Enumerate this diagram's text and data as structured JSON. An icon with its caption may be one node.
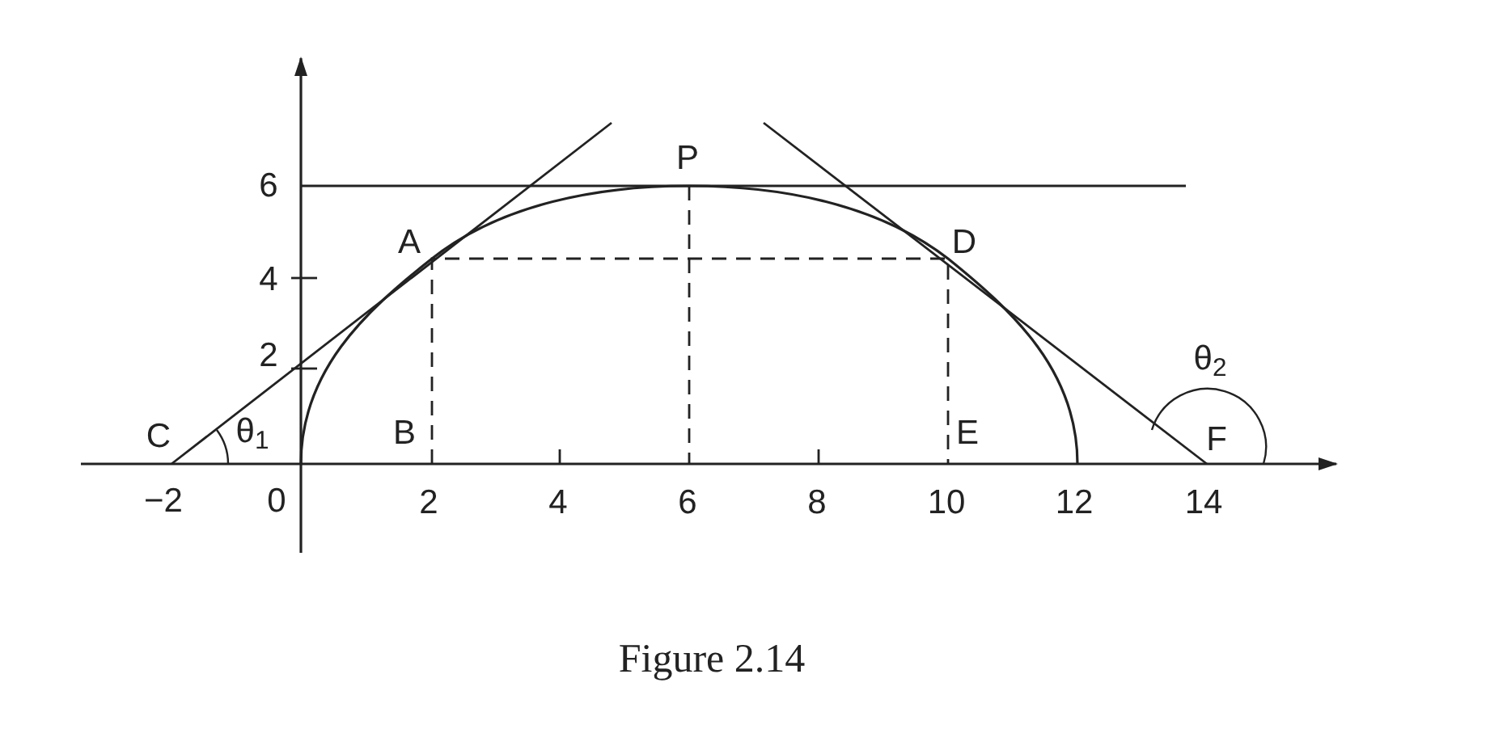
{
  "diagram": {
    "caption": "Figure 2.14",
    "labels": [
      "P",
      "6",
      "A",
      "D",
      "4",
      "2",
      "θ$_{2}$",
      "C",
      "θ$_{1}$",
      "B",
      "E",
      "F",
      "−2",
      "0",
      "2",
      "4",
      "6",
      "8",
      "10",
      "12",
      "14"
    ]
  }
}
